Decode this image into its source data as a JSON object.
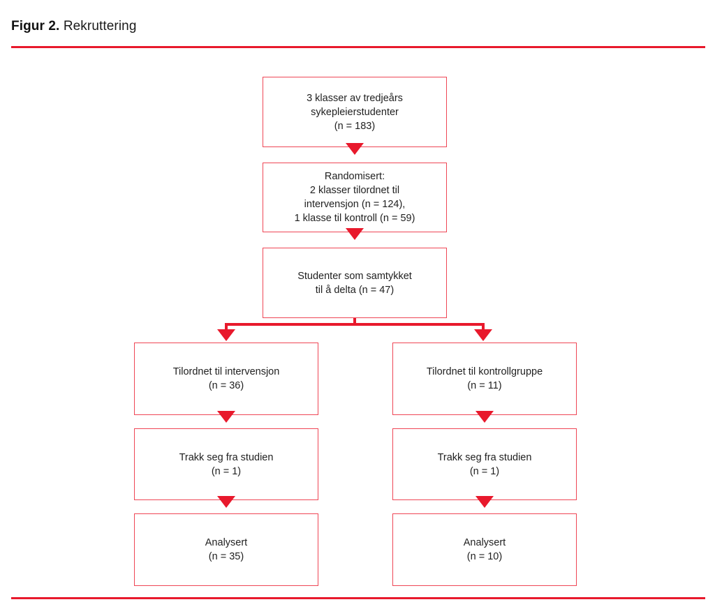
{
  "figure": {
    "label": "Figur 2.",
    "title": "Rekruttering",
    "accent_color": "#e8192c",
    "box_border_color": "#ef4655",
    "background_color": "#ffffff",
    "text_color": "#1f1f1f"
  },
  "chart_data": {
    "type": "diagram",
    "title": "Figur 2. Rekruttering",
    "diagram_kind": "flowchart",
    "orientation": "top-down",
    "nodes": [
      {
        "id": "enrollment",
        "column": "center",
        "text": "3 klasser av tredjeårs\nsykepleierstudenter\n(n = 183)",
        "n": 183
      },
      {
        "id": "randomised",
        "column": "center",
        "text": "Randomisert:\n2 klasser tilordnet til\nintervensjon (n = 124),\n1 klasse til kontroll (n = 59)",
        "n_intervention": 124,
        "n_control": 59
      },
      {
        "id": "consented",
        "column": "center",
        "text": "Studenter som samtykket\ntil å delta (n = 47)",
        "n": 47
      },
      {
        "id": "alloc-intervention",
        "column": "left",
        "text": "Tilordnet til intervensjon\n(n = 36)",
        "n": 36
      },
      {
        "id": "alloc-control",
        "column": "right",
        "text": "Tilordnet til kontrollgruppe\n(n = 11)",
        "n": 11
      },
      {
        "id": "withdrew-left",
        "column": "left",
        "text": "Trakk seg fra studien\n(n = 1)",
        "n": 1
      },
      {
        "id": "withdrew-right",
        "column": "right",
        "text": "Trakk seg fra studien\n(n = 1)",
        "n": 1
      },
      {
        "id": "analysed-left",
        "column": "left",
        "text": "Analysert\n(n = 35)",
        "n": 35
      },
      {
        "id": "analysed-right",
        "column": "right",
        "text": "Analysert\n(n = 10)",
        "n": 10
      }
    ],
    "edges": [
      {
        "from": "enrollment",
        "to": "randomised",
        "style": "arrow-down"
      },
      {
        "from": "randomised",
        "to": "consented",
        "style": "arrow-down"
      },
      {
        "from": "consented",
        "to": "alloc-intervention",
        "style": "split-arrow-down"
      },
      {
        "from": "consented",
        "to": "alloc-control",
        "style": "split-arrow-down"
      },
      {
        "from": "alloc-intervention",
        "to": "withdrew-left",
        "style": "arrow-down"
      },
      {
        "from": "withdrew-left",
        "to": "analysed-left",
        "style": "arrow-down"
      },
      {
        "from": "alloc-control",
        "to": "withdrew-right",
        "style": "arrow-down"
      },
      {
        "from": "withdrew-right",
        "to": "analysed-right",
        "style": "arrow-down"
      }
    ]
  }
}
